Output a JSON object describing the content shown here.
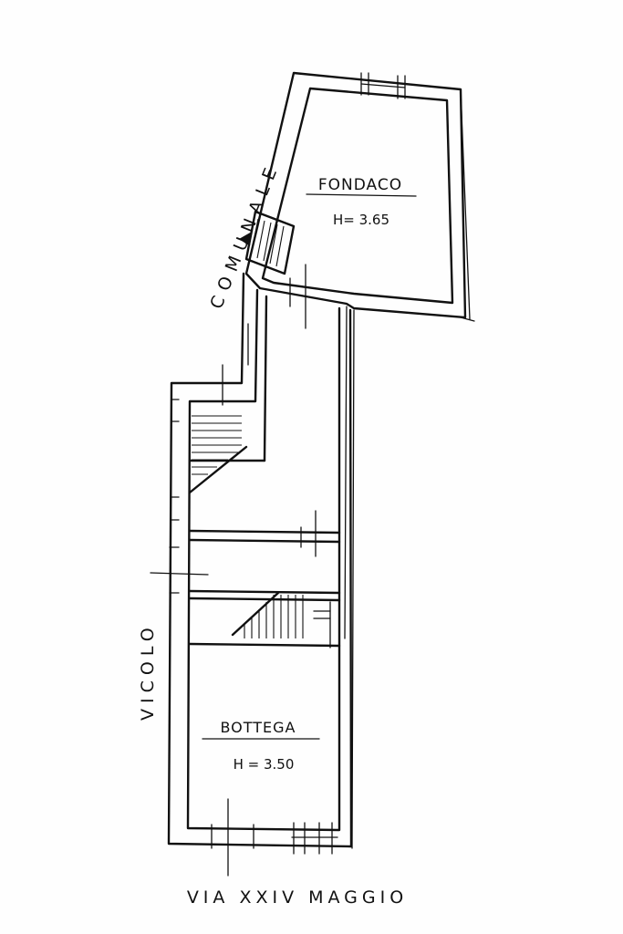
{
  "rooms": {
    "fondaco": {
      "name": "FONDACO",
      "height": "H= 3.65"
    },
    "bottega": {
      "name": "BOTTEGA",
      "height": "H = 3.50"
    }
  },
  "streets": {
    "top_side": "COMUNALE",
    "left_side": "VICOLO",
    "bottom": "VIA XXIV MAGGIO"
  }
}
